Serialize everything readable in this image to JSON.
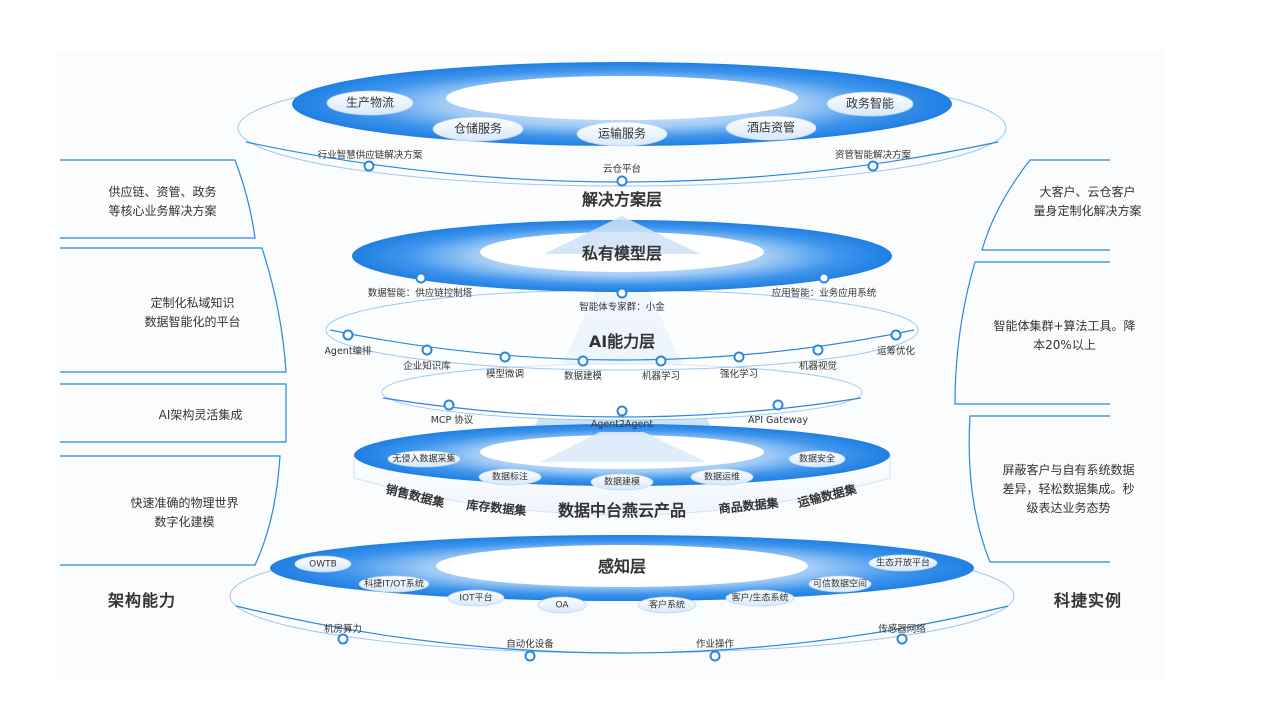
{
  "left_panel": {
    "title": "架构能力",
    "items": [
      {
        "lines": [
          "供应链、资管、政务",
          "等核心业务解决方案"
        ]
      },
      {
        "lines": [
          "定制化私域知识",
          "数据智能化的平台"
        ]
      },
      {
        "lines": [
          "AI架构灵活集成"
        ]
      },
      {
        "lines": [
          "快速准确的物理世界",
          "数字化建模"
        ]
      }
    ]
  },
  "right_panel": {
    "title": "科捷实例",
    "items": [
      {
        "lines": [
          "大客户、云仓客户",
          "量身定制化解决方案"
        ]
      },
      {
        "lines": [
          "智能体集群+算法工具。降",
          "本20%以上"
        ]
      },
      {
        "lines": [
          "屏蔽客户与自有系统数据",
          "差异，轻松数据集成。秒",
          "级表达业务态势"
        ]
      }
    ]
  },
  "layers": {
    "solution": {
      "title": "解决方案层",
      "pills": [
        "生产物流",
        "仓储服务",
        "运输服务",
        "酒店资管",
        "政务智能"
      ],
      "nodes": [
        "行业智慧供应链解决方案",
        "云仓平台",
        "资管智能解决方案"
      ]
    },
    "private_model": {
      "title": "私有模型层",
      "nodes": [
        "数据智能：供应链控制塔",
        "智能体专家群：小金",
        "应用智能：业务应用系统"
      ]
    },
    "ai": {
      "title": "AI能力层",
      "nodes": [
        "Agent编排",
        "企业知识库",
        "模型微调",
        "数据建模",
        "机器学习",
        "强化学习",
        "机器视觉",
        "运筹优化"
      ]
    },
    "protocol": {
      "nodes": [
        "MCP 协议",
        "Agent2Agent",
        "API Gateway"
      ]
    },
    "data_center": {
      "title": "数据中台燕云产品",
      "pills": [
        "无侵入数据采集",
        "数据标注",
        "数据建模",
        "数据运维",
        "数据安全"
      ],
      "datasets": [
        "销售数据集",
        "库存数据集",
        "商品数据集",
        "运输数据集"
      ]
    },
    "perception": {
      "title": "感知层",
      "pills": [
        "OWTB",
        "科捷IT/OT系统",
        "IOT平台",
        "OA",
        "客户系统",
        "客户/生态系统",
        "可信数据空间",
        "生态开放平台"
      ],
      "nodes": [
        "机房算力",
        "自动化设备",
        "作业操作",
        "传感器网络"
      ]
    }
  },
  "colors": {
    "deep": "#1f7fe3",
    "mid": "#4da0f0",
    "light": "#cfe4fa",
    "line": "#2b86e0",
    "text": "#333333"
  }
}
